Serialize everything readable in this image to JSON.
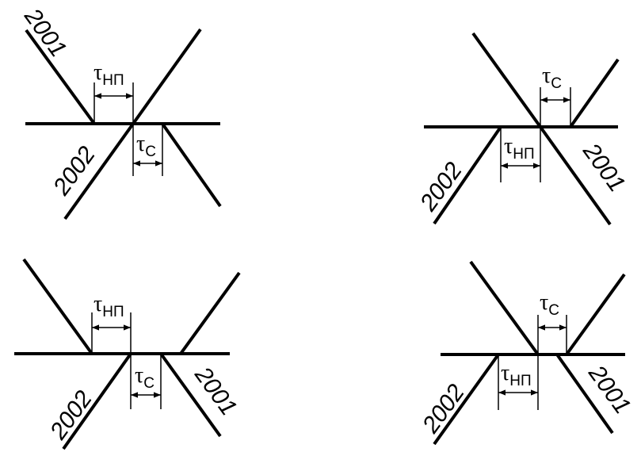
{
  "diagrams": [
    {
      "labels": {
        "upper_line": "2001",
        "lower_line": "2002"
      },
      "intervals": {
        "top": {
          "symbol": "τ",
          "subscript": "НП"
        },
        "bottom": {
          "symbol": "τ",
          "subscript": "С"
        }
      }
    },
    {
      "labels": {
        "left_line": "2002",
        "right_line": "2001"
      },
      "intervals": {
        "top": {
          "symbol": "τ",
          "subscript": "С"
        },
        "bottom": {
          "symbol": "τ",
          "subscript": "НП"
        }
      }
    },
    {
      "labels": {
        "left_line": "2002",
        "right_line": "2001"
      },
      "intervals": {
        "top": {
          "symbol": "τ",
          "subscript": "НП"
        },
        "bottom": {
          "symbol": "τ",
          "subscript": "С"
        }
      }
    },
    {
      "labels": {
        "left_line": "2002",
        "right_line": "2001"
      },
      "intervals": {
        "top": {
          "symbol": "τ",
          "subscript": "С"
        },
        "bottom": {
          "symbol": "τ",
          "subscript": "НП"
        }
      }
    }
  ]
}
